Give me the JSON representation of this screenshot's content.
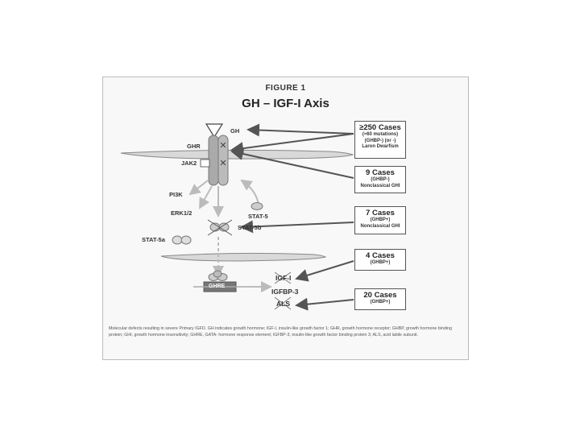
{
  "figure": {
    "label": "FIGURE 1",
    "title": "GH – IGF-I Axis"
  },
  "labels": {
    "gh": "GH",
    "ghr": "GHR",
    "jak2": "JAK2",
    "pi3k": "PI3K",
    "erk": "ERK1/2",
    "stat5": "STAT-5",
    "stat5b": "STAT-5b",
    "stat5a": "STAT-5a",
    "ghre": "GHRE",
    "igf1": "IGF-I",
    "igfbp3": "IGFBP-3",
    "als": "ALS"
  },
  "cases": [
    {
      "count": "≥250 Cases",
      "lines": [
        "(≈60 mutations)",
        "(GHBP-) (or -)",
        "Laron Dwarfism"
      ]
    },
    {
      "count": "9 Cases",
      "lines": [
        "(GHBP-)",
        "Nonclassical GHI"
      ]
    },
    {
      "count": "7 Cases",
      "lines": [
        "(GHBP+)",
        "Nonclassical GHI"
      ]
    },
    {
      "count": "4 Cases",
      "lines": [
        "(GHBP+)"
      ]
    },
    {
      "count": "20 Cases",
      "lines": [
        "(GHBP+)"
      ]
    }
  ],
  "caption": "Molecular defects resulting in severe Primary IGFD. GH indicates growth hormone; IGF-I, insulin-like growth factor 1; GHR, growth hormone receptor; GHBP, growth hormone binding protein; GHI, growth hormone insensitivity; GHRE, GATA- hormone response element; IGFBP-3, insulin-like growth factor binding protein 3; ALS, acid labile subunit.",
  "colors": {
    "stroke": "#555555",
    "receptor": "#aaaaaa",
    "box_border": "#555555"
  }
}
